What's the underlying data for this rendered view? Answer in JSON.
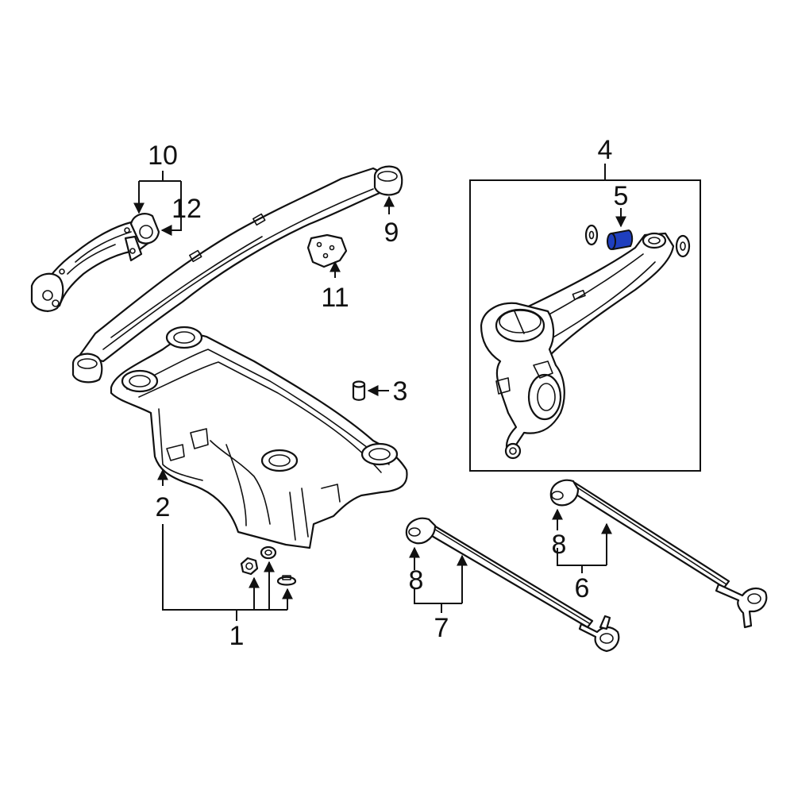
{
  "callouts": {
    "c1": "1",
    "c2": "2",
    "c3": "3",
    "c4": "4",
    "c5": "5",
    "c6": "6",
    "c7": "7",
    "c8a": "8",
    "c8b": "8",
    "c9": "9",
    "c10": "10",
    "c11": "11",
    "c12": "12"
  },
  "colors": {
    "highlight": "#1f3fbf",
    "line": "#111111",
    "background": "#ffffff"
  }
}
